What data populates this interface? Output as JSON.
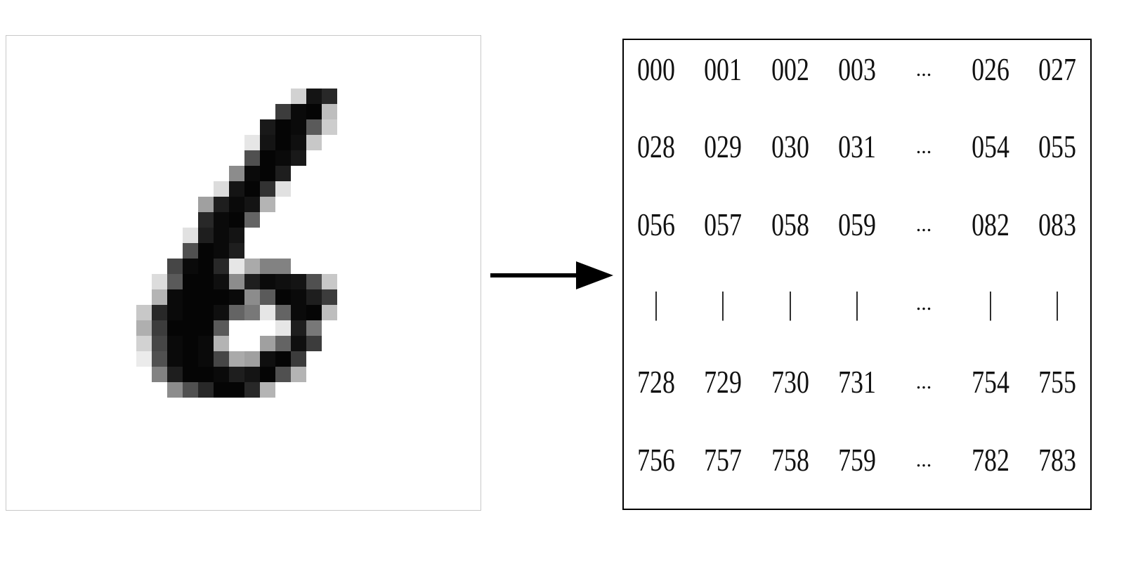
{
  "digit_image": {
    "grid_size": [
      28,
      28
    ],
    "colors": {
      "background": "#ffffff",
      "ink": "#000000"
    }
  },
  "arrow": {
    "icon": "right-arrow-icon",
    "color": "#000000"
  },
  "pixel_index_grid": {
    "rows": [
      [
        "000",
        "001",
        "002",
        "003",
        "...",
        "026",
        "027"
      ],
      [
        "028",
        "029",
        "030",
        "031",
        "...",
        "054",
        "055"
      ],
      [
        "056",
        "057",
        "058",
        "059",
        "...",
        "082",
        "083"
      ],
      [
        "|",
        "|",
        "|",
        "|",
        "...",
        "|",
        "|"
      ],
      [
        "728",
        "729",
        "730",
        "731",
        "...",
        "754",
        "755"
      ],
      [
        "756",
        "757",
        "758",
        "759",
        "...",
        "782",
        "783"
      ]
    ]
  }
}
